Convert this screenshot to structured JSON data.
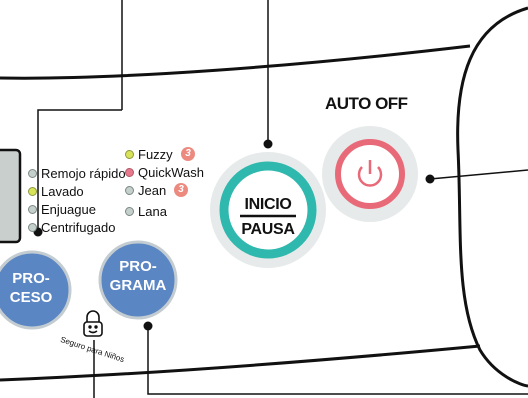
{
  "panel": {
    "auto_off": "AUTO OFF",
    "start_pause": {
      "line1": "INICIO",
      "line2": "PAUSA"
    },
    "process_button": {
      "line1": "PRO-",
      "line2": "CESO"
    },
    "program_button": {
      "line1": "PRO-",
      "line2": "GRAMA"
    },
    "process_steps": [
      "Remojo rápido",
      "Lavado",
      "Enjuague",
      "Centrifugado"
    ],
    "programs": [
      "Fuzzy",
      "QuickWash",
      "Jean",
      "Lana"
    ],
    "program_badge": "3",
    "child_lock_label": "Seguro para Niños",
    "colors": {
      "panel_blue": "#5b86c4",
      "teal_ring": "#2fb8ad",
      "red_ring": "#e86a78",
      "indicator_yellow": "#d9e35a",
      "indicator_red": "#e8788c",
      "badge": "#ec8a80"
    }
  }
}
